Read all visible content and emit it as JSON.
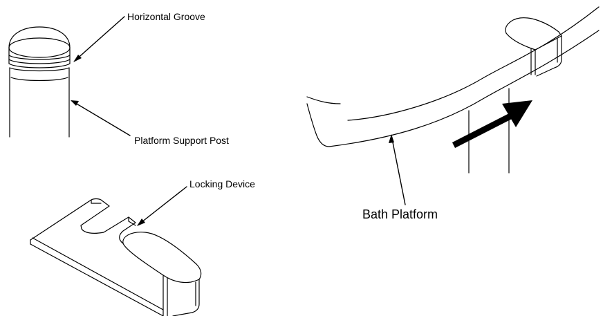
{
  "labels": {
    "horizontal_groove": "Horizontal Groove",
    "platform_support_post": "Platform Support Post",
    "locking_device": "Locking Device",
    "bath_platform": "Bath Platform"
  },
  "colors": {
    "line": "#000000",
    "background": "#ffffff"
  }
}
